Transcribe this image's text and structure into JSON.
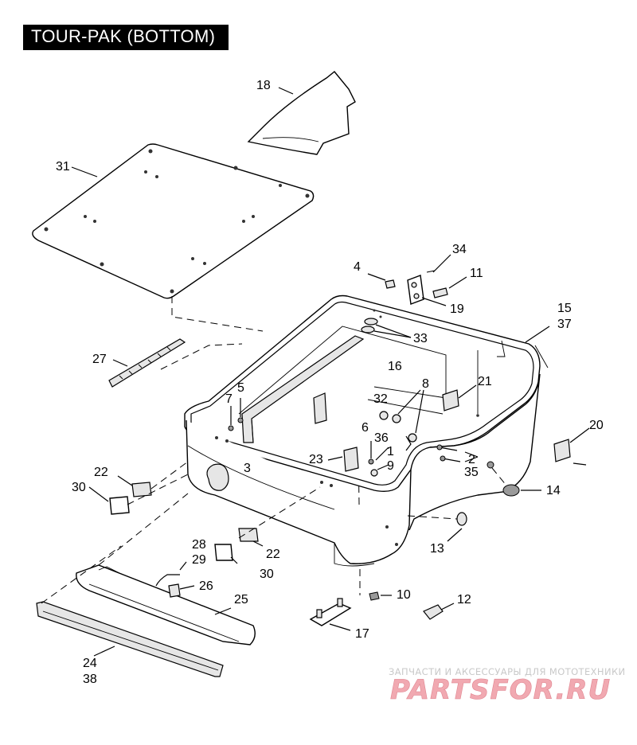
{
  "title": "TOUR-PAK (BOTTOM)",
  "callouts": {
    "c1": "1",
    "c2": "2",
    "c3": "3",
    "c4": "4",
    "c5": "5",
    "c6": "6",
    "c7": "7",
    "c8": "8",
    "c9": "9",
    "c10": "10",
    "c11": "11",
    "c12": "12",
    "c13": "13",
    "c14": "14",
    "c15": "15",
    "c16": "16",
    "c17": "17",
    "c18": "18",
    "c19": "19",
    "c20": "20",
    "c21": "21",
    "c22a": "22",
    "c22b": "22",
    "c23": "23",
    "c24": "24",
    "c25": "25",
    "c26": "26",
    "c27": "27",
    "c28": "28",
    "c29": "29",
    "c30a": "30",
    "c30b": "30",
    "c31": "31",
    "c32": "32",
    "c33": "33",
    "c34": "34",
    "c35": "35",
    "c36": "36",
    "c37": "37",
    "c38": "38"
  },
  "watermark": {
    "tagline": "ЗАПЧАСТИ И АКСЕССУАРЫ ДЛЯ МОТОТЕХНИКИ",
    "brand": "PARTSFOR.RU"
  }
}
